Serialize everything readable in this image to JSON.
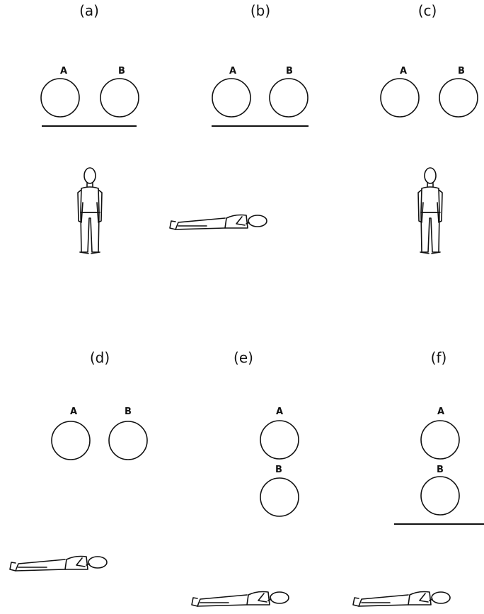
{
  "panels": {
    "a": {
      "label": "(a)",
      "ball_a": "A",
      "ball_b": "B"
    },
    "b": {
      "label": "(b)",
      "ball_a": "A",
      "ball_b": "B"
    },
    "c": {
      "label": "(c)",
      "ball_a": "A",
      "ball_b": "B"
    },
    "d": {
      "label": "(d)",
      "ball_a": "A",
      "ball_b": "B"
    },
    "e": {
      "label": "(e)",
      "ball_a": "A",
      "ball_b": "B"
    },
    "f": {
      "label": "(f)",
      "ball_a": "A",
      "ball_b": "B"
    }
  },
  "style": {
    "ink": "#111111",
    "background": "#ffffff"
  }
}
